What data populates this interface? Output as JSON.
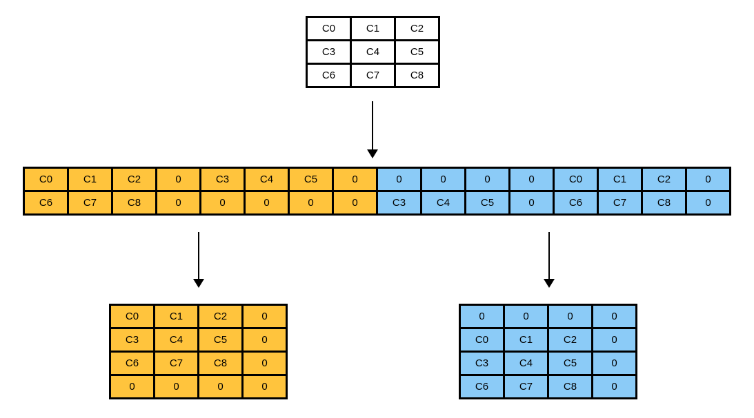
{
  "colors": {
    "orange": "#FFC43D",
    "blue": "#8BCBF7",
    "white": "#FFFFFF",
    "grid_line": "#000000",
    "arrow": "#000000",
    "text": "#000000",
    "background": "#FFFFFF"
  },
  "matrices": {
    "top_matrix": {
      "fill": "white",
      "rows": [
        [
          "C0",
          "C1",
          "C2"
        ],
        [
          "C3",
          "C4",
          "C5"
        ],
        [
          "C6",
          "C7",
          "C8"
        ]
      ]
    },
    "strip": {
      "split_col": 8,
      "left_fill": "orange",
      "right_fill": "blue",
      "rows": [
        [
          "C0",
          "C1",
          "C2",
          "0",
          "C3",
          "C4",
          "C5",
          "0",
          "0",
          "0",
          "0",
          "0",
          "C0",
          "C1",
          "C2",
          "0"
        ],
        [
          "C6",
          "C7",
          "C8",
          "0",
          "0",
          "0",
          "0",
          "0",
          "C3",
          "C4",
          "C5",
          "0",
          "C6",
          "C7",
          "C8",
          "0"
        ]
      ]
    },
    "bottom_left_matrix": {
      "fill": "orange",
      "rows": [
        [
          "C0",
          "C1",
          "C2",
          "0"
        ],
        [
          "C3",
          "C4",
          "C5",
          "0"
        ],
        [
          "C6",
          "C7",
          "C8",
          "0"
        ],
        [
          "0",
          "0",
          "0",
          "0"
        ]
      ]
    },
    "bottom_right_matrix": {
      "fill": "blue",
      "rows": [
        [
          "0",
          "0",
          "0",
          "0"
        ],
        [
          "C0",
          "C1",
          "C2",
          "0"
        ],
        [
          "C3",
          "C4",
          "C5",
          "0"
        ],
        [
          "C6",
          "C7",
          "C8",
          "0"
        ]
      ]
    }
  },
  "arrows": [
    {
      "name": "arrow-top-to-strip"
    },
    {
      "name": "arrow-strip-to-left-matrix"
    },
    {
      "name": "arrow-strip-to-right-matrix"
    }
  ]
}
